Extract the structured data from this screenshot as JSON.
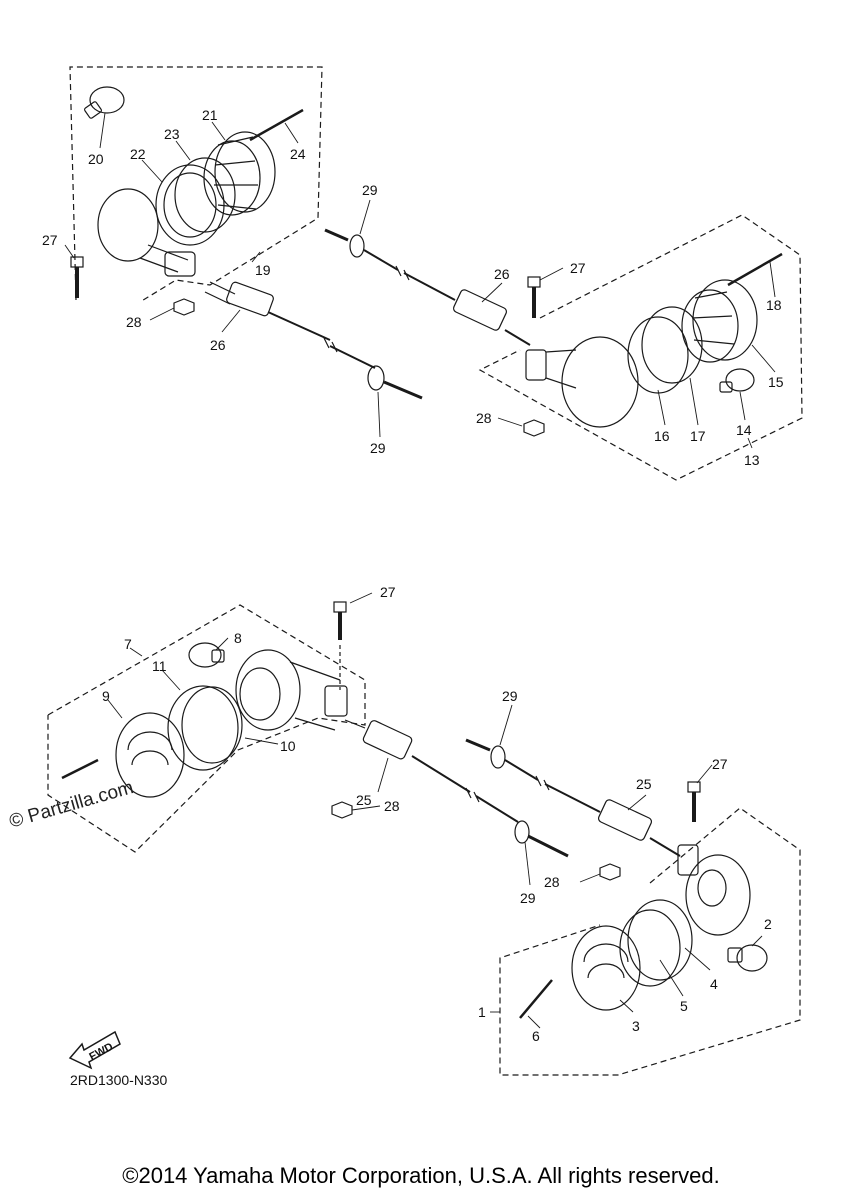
{
  "diagram": {
    "watermark": "© Partzilla.com",
    "code": "2RD1300-N330",
    "copyright": "©2014 Yamaha Motor Corporation, U.S.A. All rights reserved.",
    "fwd_label": "FWD",
    "callouts": {
      "c1": "1",
      "c2": "2",
      "c3": "3",
      "c4": "4",
      "c5": "5",
      "c6": "6",
      "c7": "7",
      "c8": "8",
      "c9": "9",
      "c10": "10",
      "c11": "11",
      "c13": "13",
      "c14": "14",
      "c15": "15",
      "c16": "16",
      "c17": "17",
      "c18": "18",
      "c19": "19",
      "c20": "20",
      "c21": "21",
      "c22": "22",
      "c23": "23",
      "c24": "24",
      "c25": "25",
      "c26": "26",
      "c27": "27",
      "c28": "28",
      "c29": "29"
    },
    "line_color": "#1a1a1a"
  }
}
